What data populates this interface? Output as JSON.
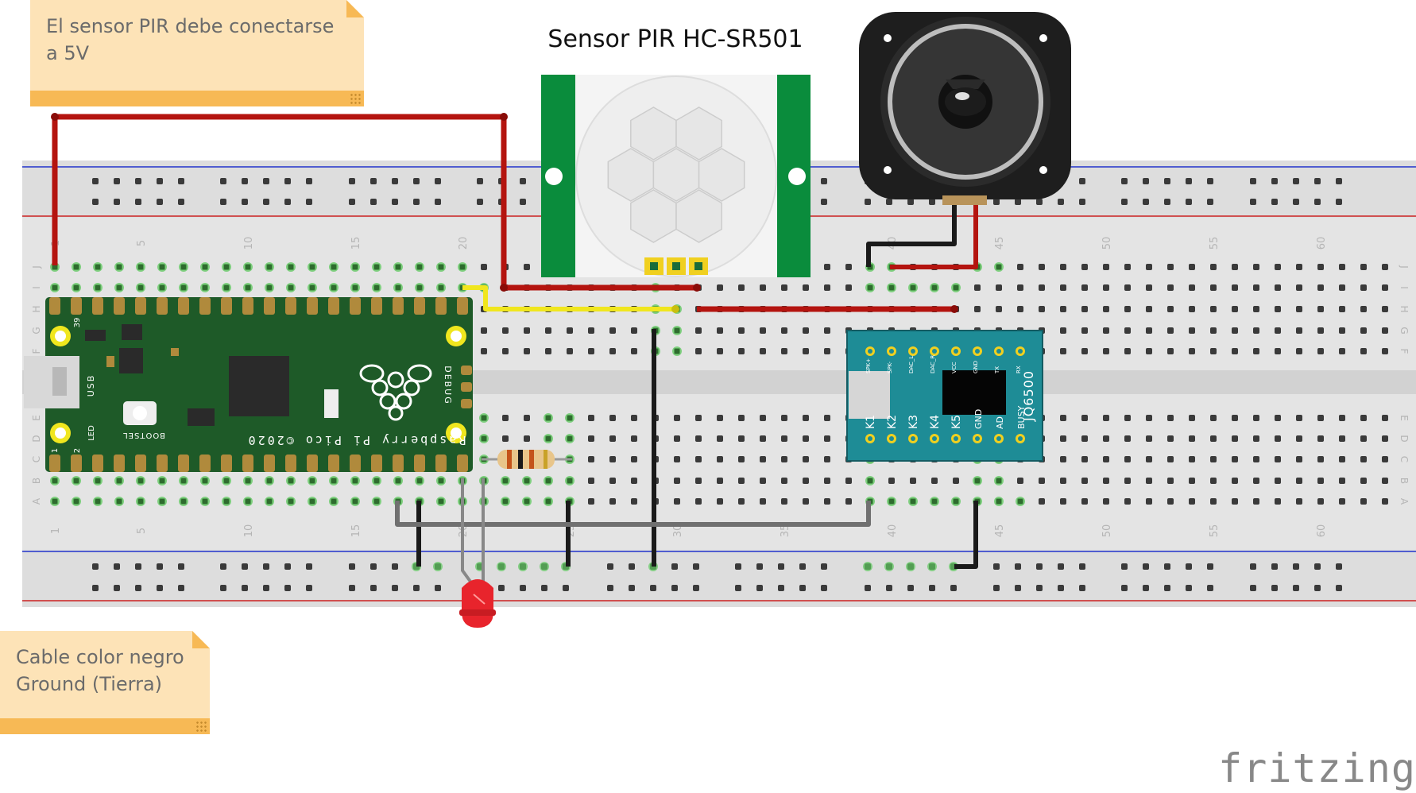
{
  "notes": {
    "top": "El sensor PIR debe conectarse a 5V",
    "bottom": "Cable color negro Ground (Tierra)"
  },
  "pir": {
    "title": "Sensor PIR HC-SR501"
  },
  "breadboard": {
    "column_numbers": [
      "1",
      "5",
      "10",
      "15",
      "20",
      "25",
      "30",
      "35",
      "40",
      "45",
      "50",
      "55",
      "60"
    ],
    "row_letters": [
      "J",
      "I",
      "H",
      "G",
      "F",
      "E",
      "D",
      "C",
      "B",
      "A"
    ]
  },
  "pico": {
    "board_label": "Raspberry Pi Pico ©2020",
    "usb_label": "USB",
    "bootsel_label": "BOOTSEL",
    "led_label": "LED",
    "debug_label": "DEBUG",
    "pin_labels": [
      "39",
      "1",
      "2"
    ]
  },
  "mp3_module": {
    "name": "JQ6500",
    "top_pins": [
      "SPK+",
      "SPK-",
      "DAC_L",
      "DAC_R",
      "VCC",
      "GND",
      "TX",
      "RX"
    ],
    "bottom_pins": [
      "K1",
      "K2",
      "K3",
      "K4",
      "K5",
      "GND",
      "AD",
      "BUSY"
    ]
  },
  "brand": {
    "logo": "fritzing"
  },
  "colors": {
    "wire_red": "#b4140f",
    "wire_black": "#1a1a1a",
    "wire_yellow": "#f0e61e",
    "wire_gray": "#707070",
    "breadboard": "#e6e6e6",
    "pico_green": "#1e5a28",
    "pir_green": "#0a8c3c",
    "mp3_teal": "#1e8c96",
    "note_fill": "#fde3b7",
    "note_bar": "#f7b955"
  }
}
